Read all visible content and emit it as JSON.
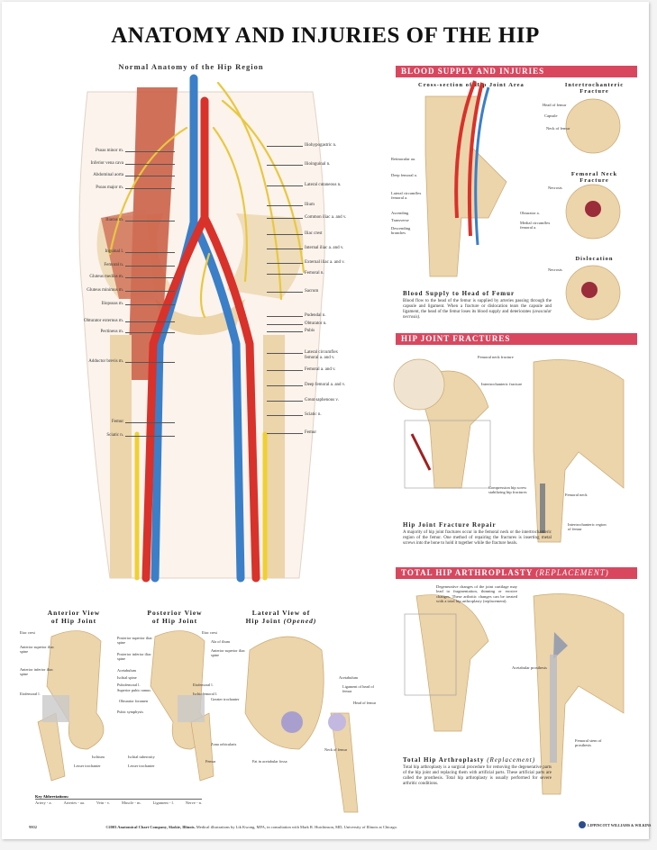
{
  "title": "ANATOMY AND INJURIES OF THE HIP",
  "main": {
    "subtitle": "Normal Anatomy of the Hip Region",
    "left_labels": [
      "Psoas minor m.",
      "Inferior vena cava",
      "Abdominal aorta",
      "Psoas major m.",
      "Iliacus m.",
      "Inguinal l.",
      "Femoral n.",
      "Gluteus medius m.",
      "Gluteus minimus m.",
      "Iliopsoas m.",
      "Obturator externus m.",
      "Pectineus m.",
      "Adductor brevis m.",
      "Femur",
      "Sciatic n."
    ],
    "right_labels": [
      "Iliohypogastric n.",
      "Ilioinguinal n.",
      "Lateral cutaneous n.",
      "Ilium",
      "Common iliac a. and v.",
      "Iliac crest",
      "Internal iliac a. and v.",
      "External iliac a. and v.",
      "Femoral n.",
      "Sacrum",
      "Pudendal n.",
      "Obturator n.",
      "Pubis",
      "Lateral circumflex femoral a. and v.",
      "Femoral a. and v.",
      "Deep femoral a. and v.",
      "Great saphenous v.",
      "Sciatic n.",
      "Femur"
    ]
  },
  "views": {
    "anterior": {
      "title": "Anterior View of Hip Joint",
      "labels": [
        "Iliac crest",
        "Anterior superior iliac spine",
        "Anterior inferior iliac spine",
        "Iliofemoral l.",
        "Ischium",
        "Lesser trochanter"
      ]
    },
    "posterior": {
      "title": "Posterior View of Hip Joint",
      "labels": [
        "Posterior superior iliac spine",
        "Posterior inferior iliac spine",
        "Acetabulum",
        "Ischial spine",
        "Pubofemoral l.",
        "Superior pubic ramus",
        "Obturator foramen",
        "Pubic symphysis",
        "Ischial tuberosity",
        "Lesser trochanter",
        "Iliac crest",
        "Ala of ilium",
        "Anterior superior iliac spine",
        "Iliofemoral l.",
        "Ischiofemoral l.",
        "Greater trochanter",
        "Zona orbicularis",
        "Femur"
      ]
    },
    "lateral": {
      "title": "Lateral View of Hip Joint",
      "title_em": "(Opened)",
      "labels": [
        "Acetabulum",
        "Ligament of head of femur",
        "Head of femur",
        "Neck of femur",
        "Fat in acetabular fossa"
      ]
    }
  },
  "key": {
    "title": "Key Abbreviations:",
    "items": [
      "Artery - a.",
      "Arteries - aa.",
      "Vein - v.",
      "Muscle - m.",
      "Ligament - l.",
      "Nerve - n."
    ]
  },
  "blood": {
    "banner": "BLOOD SUPPLY AND INJURIES",
    "cross_title": "Cross-section of Hip Joint Area",
    "cross_labels": [
      "Retinacular aa.",
      "Deep femoral a.",
      "Lateral circumflex femoral a.",
      "Ascending",
      "Transverse",
      "Descending branches",
      "Obturator a.",
      "Medial circumflex femoral a."
    ],
    "inter_title": "Intertrochanteric Fracture",
    "inter_labels": [
      "Head of femur",
      "Capsule",
      "Neck of femur"
    ],
    "neck_title": "Femoral Neck Fracture",
    "neck_label": "Necrosis",
    "disl_title": "Dislocation",
    "disl_label": "Necrosis",
    "supply_title": "Blood Supply to Head of Femur",
    "supply_text": "Blood flow to the head of the femur is supplied by arteries passing through the capsule and ligament. When a fracture or dislocation tears the capsule and ligament, the head of the femur loses its blood supply and deteriorates",
    "supply_em": "(avascular necrosis)."
  },
  "fractures": {
    "banner": "HIP JOINT FRACTURES",
    "labels": [
      "Femoral neck fracture",
      "Intertrochanteric fracture",
      "Compression hip screw stabilizing hip fractures",
      "Femoral neck",
      "Intertrochanteric region of femur"
    ],
    "repair_title": "Hip Joint Fracture Repair",
    "repair_text": "A majority of hip joint fractures occur in the femoral neck or the intertrochanteric region of the femur. One method of repairing the fractures is inserting metal screws into the bone to hold it together while the fracture heals."
  },
  "tha": {
    "banner": "TOTAL HIP ARTHROPLASTY",
    "banner_em": "(REPLACEMENT)",
    "note": "Degenerative changes of the joint cartilage may lead to fragmentation, thinning or erosive changes. These arthritic changes can be treated with a total hip arthroplasty (replacement).",
    "labels": [
      "Acetabular prosthesis",
      "Femoral stem of prosthesis"
    ],
    "title": "Total Hip Arthroplasty",
    "title_em": "(Replacement)",
    "text": "Total hip arthroplasty is a surgical procedure for removing the degenerative parts of the hip joint and replacing them with artificial parts. These artificial parts are called the prosthesis. Total hip arthroplasty is usually performed for severe arthritic conditions."
  },
  "footer": {
    "code": "9802",
    "credit_bold": "©2003 Anatomical Chart Company, Skokie, Illinois.",
    "credit": "Medical illustrations by Lik Kwong, MFA, in consultation with Mark R. Hutchinson, MD, University of Illinois at Chicago.",
    "publisher": "LIPPINCOTT WILLIAMS & WILKINS"
  },
  "colors": {
    "banner": "#d9475f",
    "artery": "#d8322b",
    "vein": "#3a7fc8",
    "nerve": "#e8c840",
    "bone": "#e9cf9f"
  }
}
